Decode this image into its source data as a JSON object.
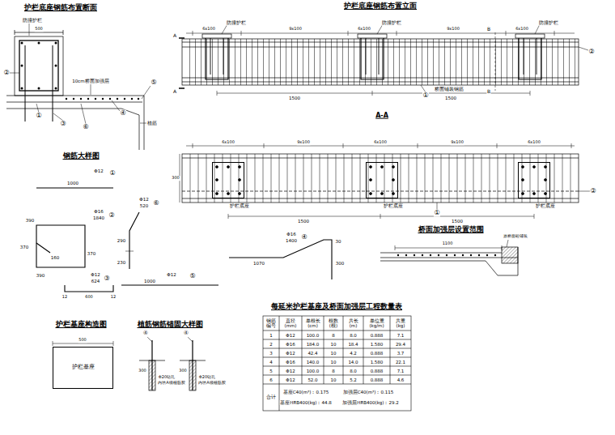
{
  "diagram": {
    "nodes": [
      {
        "text": [
          "护栏底座"
        ]
      },
      {
        "text": [
          "护栏底座"
        ]
      },
      {
        "text": [
          "护栏底座"
        ]
      },
      {
        "text": [
          "护栏基座"
        ]
      }
    ],
    "labels": [
      "护栏底座钢筋布置断面",
      "防撞护栏",
      "500",
      "10cm桥面加强层",
      "植筋",
      "②",
      "①",
      "③",
      "⑥",
      "⑤",
      "④",
      "护栏底座钢筋布置立面",
      "A",
      "A",
      "B",
      "B",
      "防撞护栏",
      "防撞护栏",
      "防撞护栏",
      "6x100",
      "9x100",
      "6x100",
      "9x100",
      "6x100",
      "桥面铺装钢筋",
      "①",
      "②",
      "1500",
      "1500",
      "A-A",
      "6x100",
      "9x100",
      "6x100",
      "9x100",
      "6x100",
      "300",
      "1500",
      "1500",
      "①",
      "②",
      "钢筋大样图",
      "Φ12",
      "①",
      "1000",
      "Φ16",
      "1840",
      "②",
      "390",
      "370",
      "160",
      "370",
      "390",
      "Φ12",
      "624",
      "③",
      "12",
      "600",
      "12",
      "Φ12",
      "520",
      "⑥",
      "290",
      "230",
      "Φ12",
      "1000",
      "⑤",
      "Φ16",
      "1400",
      "④",
      "1070",
      "30",
      "300",
      "桥面加强层设置范围",
      "1100",
      "原桥面砼铺装",
      "护栏基座构造图",
      "500",
      "植筋钢筋锚固大样图",
      "④",
      "④",
      "300",
      "300",
      "Φ20钻孔",
      "内填A级植筋胶",
      "Φ20钻孔",
      "内填A级植筋胶",
      "每延米护栏基座及桥面加强层工程数量表",
      "钢筋 编号",
      "直径 (mm)",
      "单根长 (cm)",
      "根数 (根)",
      "共长 (m)",
      "单位重 (kg/m)",
      "共重 (kg)",
      "1",
      "Φ12",
      "100.0",
      "8",
      "8.0",
      "0.888",
      "7.1",
      "2",
      "Φ16",
      "184.0",
      "10",
      "18.4",
      "1.580",
      "29.4",
      "3",
      "Φ12",
      "42.4",
      "10",
      "4.2",
      "0.888",
      "3.7",
      "4",
      "Φ16",
      "140.0",
      "10",
      "14.0",
      "1.580",
      "22.1",
      "5",
      "Φ12",
      "100.0",
      "8",
      "8.0",
      "0.888",
      "7.1",
      "6",
      "Φ12",
      "52.0",
      "10",
      "5.2",
      "0.888",
      "4.6",
      "合计",
      "基座C40(m³)：0.175",
      "加强层C40(m³)：0.115",
      "基座HRB400(kg)：44.8",
      "加强层HRB400(kg)：29.2"
    ]
  }
}
